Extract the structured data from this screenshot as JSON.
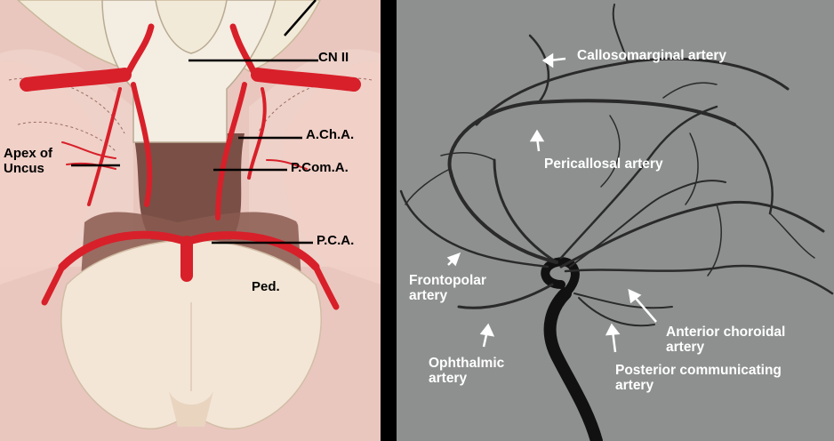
{
  "illustration": {
    "labels": {
      "cn2": "CN II",
      "acha": "A.Ch.A.",
      "pcoma": "P.Com.A.",
      "pca": "P.C.A.",
      "ped": "Ped.",
      "apex": "Apex of\nUncus"
    }
  },
  "angiogram": {
    "labels": {
      "callosomarginal": "Callosomarginal artery",
      "pericallosal": "Pericallosal artery",
      "frontopolar": "Frontopolar\nartery",
      "ophthalmic": "Ophthalmic\nartery",
      "anterior_choroidal": "Anterior choroidal\nartery",
      "posterior_communicating": "Posterior communicating\nartery"
    }
  },
  "colors": {
    "artery_red": "#d8202a",
    "illustration_bg": "#e7c4bd",
    "angiogram_bg": "#8f9190"
  }
}
